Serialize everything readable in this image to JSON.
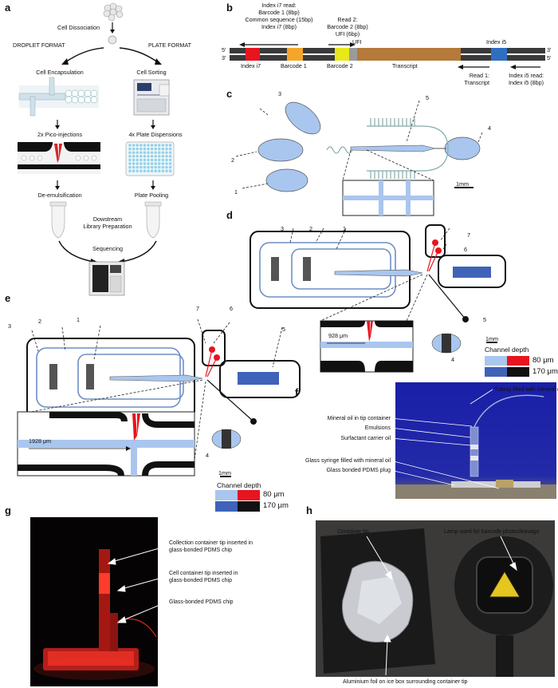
{
  "panels": {
    "a": {
      "label": "a",
      "cell_dissociation": "Cell Dissociation",
      "droplet_format": "DROPLET FORMAT",
      "plate_format": "PLATE FORMAT",
      "cell_encapsulation": "Cell Encapsulation",
      "cell_sorting": "Cell Sorting",
      "pico_injections": "2x Pico-injections",
      "plate_dispensions": "4x Plate Dispensions",
      "de_emulsification": "De-emulsification",
      "plate_pooling": "Plate Pooling",
      "downstream_1": "Dowstream",
      "downstream_2": "Library Preparation",
      "sequencing": "Sequencing"
    },
    "b": {
      "label": "b",
      "i7_read_lines": [
        "Index i7 read:",
        "Barcode 1 (8bp)",
        "Common sequence (15bp)",
        "Index i7 (8bp)"
      ],
      "read2_lines": [
        "Read 2:",
        "Barcode 2 (8bp)",
        "UFI (6bp)"
      ],
      "ufi": "UFI",
      "index_i5": "Index i5",
      "five_prime": "5'",
      "three_prime": "3'",
      "index_i7": "Index i7",
      "barcode1": "Barcode 1",
      "barcode2": "Barcode 2",
      "transcript": "Transcript",
      "read1_lines": [
        "Read 1:",
        "Transcript"
      ],
      "i5_read_lines": [
        "Index i5 read:",
        "Index i5 (8bp)"
      ],
      "colors": {
        "i7": "#e8141e",
        "barcode1": "#f4a62a",
        "barcode2": "#e8e81a",
        "ufi": "#9a9a9a",
        "transcript": "#b5793a",
        "i5": "#2f6fbf",
        "backbone": "#3a3a3a"
      }
    },
    "c": {
      "label": "c",
      "ports": [
        "1",
        "2",
        "3",
        "4",
        "5"
      ],
      "scale": "1mm"
    },
    "d": {
      "label": "d",
      "ports": [
        "1",
        "2",
        "3",
        "4",
        "5",
        "6",
        "7"
      ],
      "measure": "928 μm",
      "scale": "1mm"
    },
    "e": {
      "label": "e",
      "ports": [
        "1",
        "2",
        "3",
        "4",
        "5",
        "6",
        "7"
      ],
      "measure": "1928 μm",
      "scale": "1mm"
    },
    "channel_depth": {
      "title": "Channel depth",
      "rows": [
        {
          "value": "80 μm",
          "colors": [
            "#a9c6ee",
            "#e8141e"
          ]
        },
        {
          "value": "170 μm",
          "colors": [
            "#3f63b8",
            "#111111"
          ]
        }
      ]
    },
    "f": {
      "label": "f",
      "tubing": "Tubing filled with mineral oil",
      "mineral_oil_tip": "Mineral oil in tip container",
      "emulsions": "Emulsions",
      "surfactant": "Surfactant carrier oil",
      "syringe": "Glass syringe filled with mineral oil",
      "plug": "Glass bonded PDMS plug"
    },
    "g": {
      "label": "g",
      "collection": [
        "Collection container tip inserted in",
        "glass-bonded PDMS chip"
      ],
      "cell_container": [
        "Cell container tip inserted in",
        "glass-bonded PDMS chip"
      ],
      "chip": "Glass-bonded PDMS chip"
    },
    "h": {
      "label": "h",
      "container_tip": "Container tip",
      "lamp": "Lamp used for barcode photocleavage",
      "foil": "Aluminium foil on ice box surrounding container tip"
    }
  }
}
